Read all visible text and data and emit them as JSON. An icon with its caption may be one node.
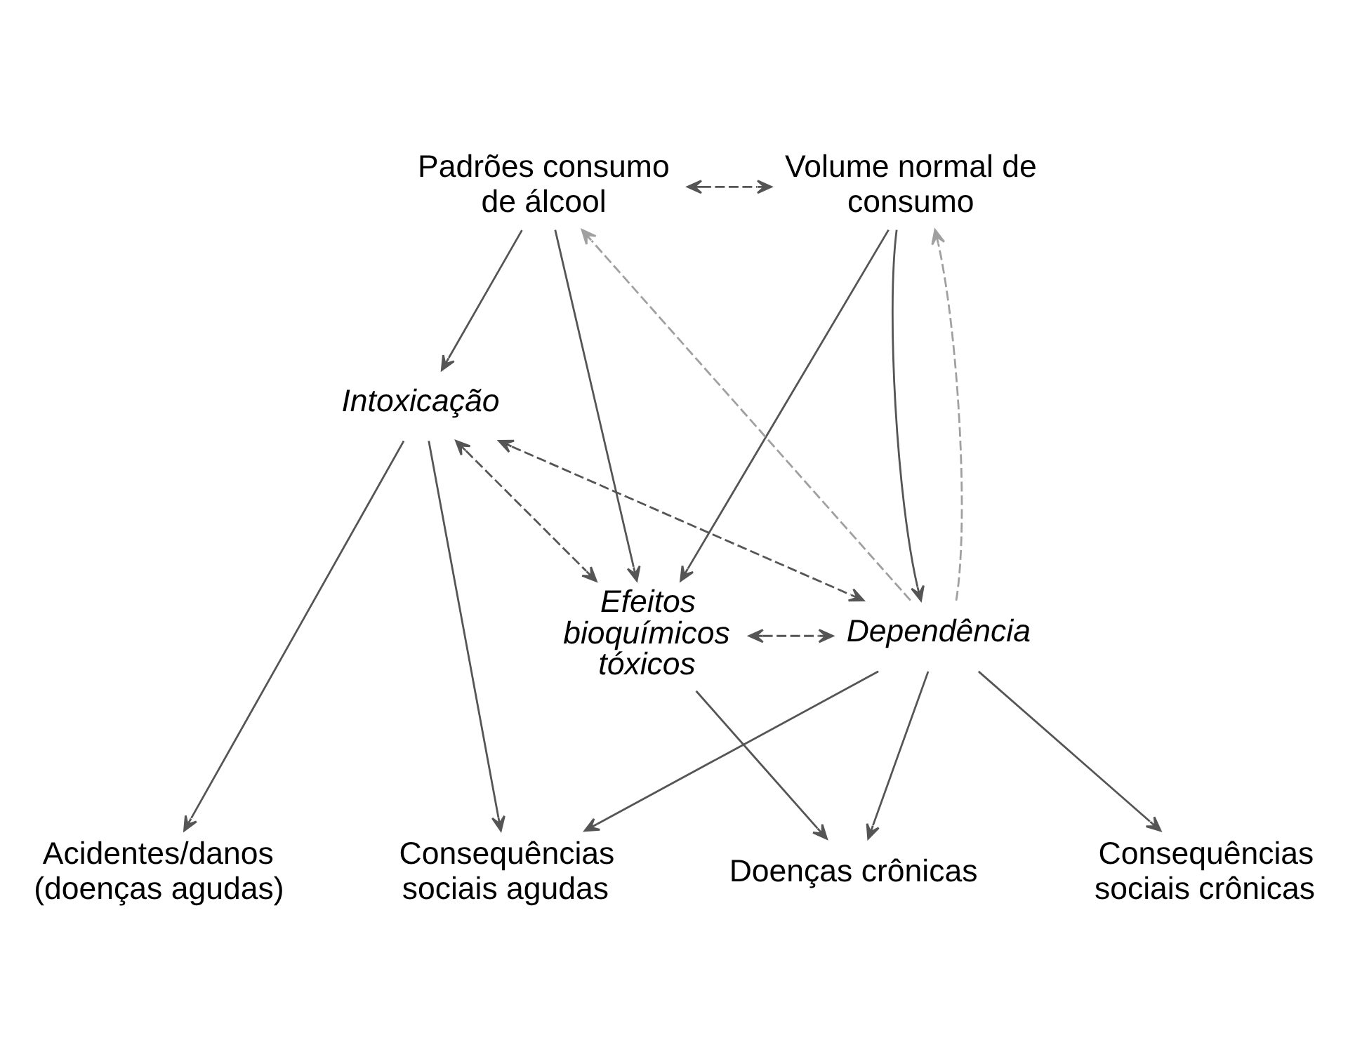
{
  "diagram": {
    "nodes": [
      {
        "text": [
          "Padrões consumo de álcool"
        ]
      },
      {
        "text": [
          "Volume normal de consumo"
        ]
      },
      {
        "text": [
          "Intoxicação"
        ]
      },
      {
        "text": [
          "Efeitos bioquímicos tóxicos"
        ]
      },
      {
        "text": [
          "Dependência"
        ]
      },
      {
        "text": [
          "Doenças crônicas"
        ]
      },
      {
        "text": [
          "Acidentes/danos (doenças agudas)"
        ]
      },
      {
        "text": [
          "Consequências sociais agudas"
        ]
      },
      {
        "text": [
          "Consequências sociais crônicas"
        ]
      }
    ],
    "edges": [
      {
        "from": 0,
        "to": 1,
        "arrow": "both",
        "style": "dashed"
      },
      {
        "from": 0,
        "to": 3,
        "arrow": "to"
      },
      {
        "from": 0,
        "to": 2,
        "arrow": "to"
      },
      {
        "from": 1,
        "to": 3,
        "arrow": "to"
      },
      {
        "from": 1,
        "to": 4,
        "arrow": "to"
      },
      {
        "from": 2,
        "to": 3,
        "arrow": "both",
        "style": "dashed"
      },
      {
        "from": 2,
        "to": 4,
        "arrow": "both",
        "style": "dashed"
      },
      {
        "from": 3,
        "to": 4,
        "arrow": "both",
        "style": "dashed"
      },
      {
        "from": 3,
        "to": 5,
        "arrow": "to"
      },
      {
        "from": 4,
        "to": 5,
        "arrow": "to"
      },
      {
        "from": 2,
        "to": 6,
        "arrow": "to"
      },
      {
        "from": 2,
        "to": 7,
        "arrow": "to"
      },
      {
        "from": 4,
        "to": 7,
        "arrow": "to"
      },
      {
        "from": 4,
        "to": 8,
        "arrow": "to"
      },
      {
        "from": 4,
        "to": 1,
        "arrow": "to",
        "style": "dashed",
        "color": "#a0a0a0"
      },
      {
        "from": 4,
        "to": 0,
        "arrow": "to",
        "style": "dashed",
        "color": "#a0a0a0"
      }
    ]
  }
}
